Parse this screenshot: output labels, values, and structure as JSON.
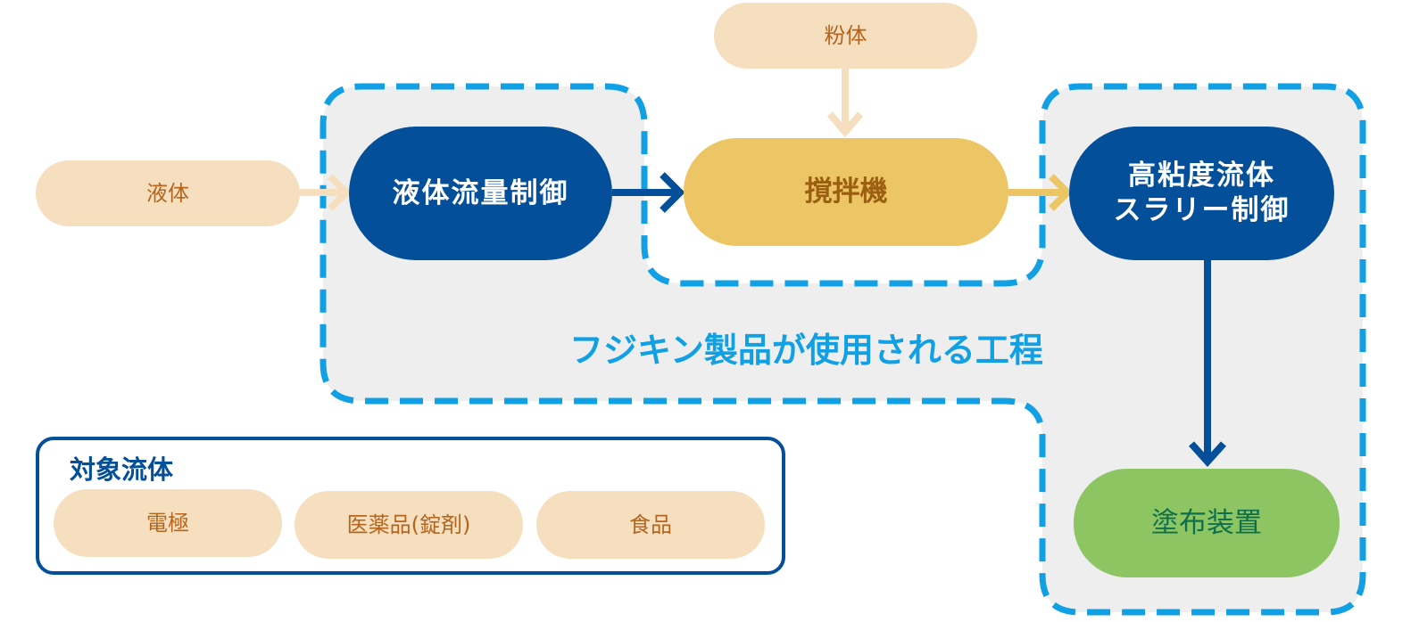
{
  "diagram": {
    "region_caption": "フジキン製品が使用される工程",
    "nodes": {
      "liquid": "液体",
      "powder": "粉体",
      "liquid_flow_control": "液体流量制御",
      "mixer": "撹拌機",
      "slurry_control_line1": "高粘度流体",
      "slurry_control_line2": "スラリー制御",
      "coating_device": "塗布装置"
    },
    "edges": [
      {
        "from": "液体",
        "to": "液体流量制御"
      },
      {
        "from": "液体流量制御",
        "to": "撹拌機"
      },
      {
        "from": "粉体",
        "to": "撹拌機"
      },
      {
        "from": "撹拌機",
        "to": "高粘度流体スラリー制御"
      },
      {
        "from": "高粘度流体スラリー制御",
        "to": "塗布装置"
      }
    ],
    "target_fluids": {
      "title": "対象流体",
      "items": [
        "電極",
        "医薬品(錠剤)",
        "食品"
      ]
    },
    "colors": {
      "raw_material": "#f5dfbf",
      "raw_text": "#b5651d",
      "control": "#034f9a",
      "mixer": "#ecc565",
      "coating": "#8cc561",
      "region_border": "#11a0e4",
      "region_fill": "#eeeeee"
    }
  }
}
